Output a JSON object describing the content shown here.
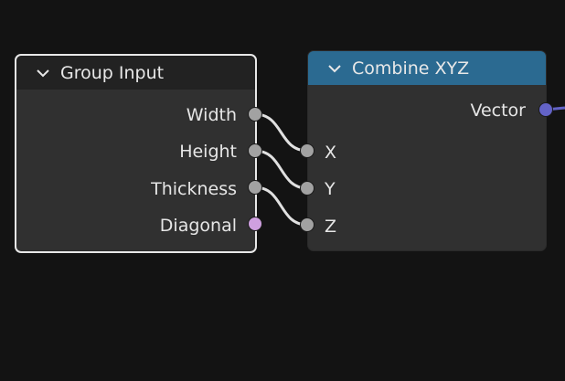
{
  "nodes": {
    "group_input": {
      "title": "Group Input",
      "outputs": [
        "Width",
        "Height",
        "Thickness",
        "Diagonal"
      ]
    },
    "combine_xyz": {
      "title": "Combine XYZ",
      "output": "Vector",
      "inputs": [
        "X",
        "Y",
        "Z"
      ]
    }
  },
  "colors": {
    "background": "#131313",
    "node_body": "#303030",
    "group_header": "#222222",
    "combine_header": "#2b6a91",
    "float_socket": "#a2a2a2",
    "geometry_socket": "#cfa0e0",
    "vector_socket": "#6363c7",
    "link": "#e0e0e0",
    "vector_link": "#6363c7"
  },
  "icons": {
    "collapse": "chevron-down-icon"
  }
}
